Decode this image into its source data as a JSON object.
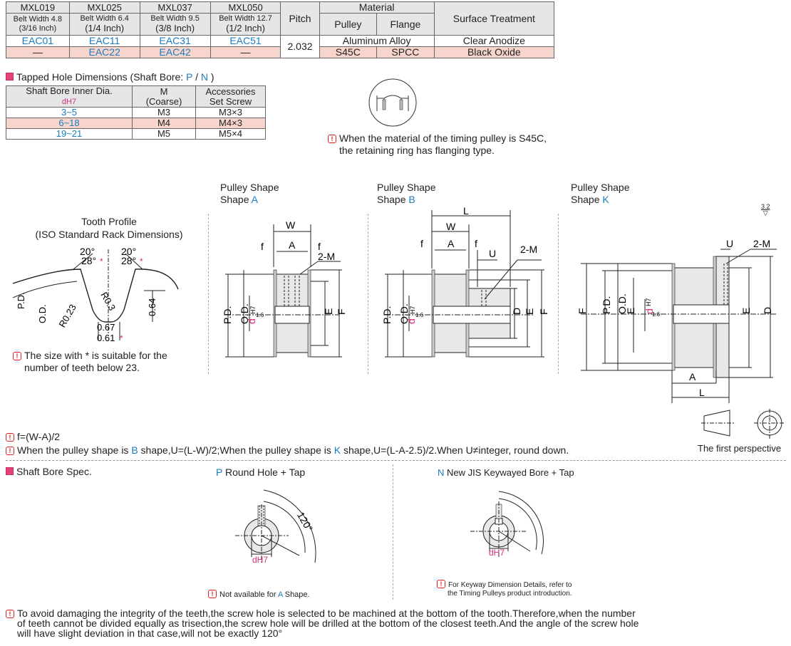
{
  "spec_table": {
    "headers": [
      "MXL019",
      "MXL025",
      "MXL037",
      "MXL050"
    ],
    "belt_widths": [
      "Belt Width 4.8",
      "Belt Width 6.4",
      "Belt Width 9.5",
      "Belt Width 12.7"
    ],
    "belt_inches": [
      "(3/16 Inch)",
      "(1/4 Inch)",
      "(3/8 Inch)",
      "(1/2 Inch)"
    ],
    "pitch_label": "Pitch",
    "material_label": "Material",
    "pulley_label": "Pulley",
    "flange_label": "Flange",
    "surface_label": "Surface Treatment",
    "row1": [
      "EAC01",
      "EAC11",
      "EAC31",
      "EAC51"
    ],
    "row2": [
      "—",
      "EAC22",
      "EAC42",
      "—"
    ],
    "pitch_value": "2.032",
    "row1_material": "Aluminum Alloy",
    "row1_surface": "Clear Anodize",
    "row2_pulley": "S45C",
    "row2_flange": "SPCC",
    "row2_surface": "Black Oxide"
  },
  "tapped": {
    "title_prefix": "Tapped Hole Dimensions (Shaft Bore: ",
    "P": "P",
    "slash": " / ",
    "N": "N",
    "title_suffix": " )",
    "h1": "Shaft Bore Inner Dia.",
    "h1b": "dH7",
    "h2": "M",
    "h2b": "(Coarse)",
    "h3": "Accessories",
    "h3b": "Set Screw",
    "rows": [
      [
        "3~5",
        "M3",
        "M3×3"
      ],
      [
        "6~18",
        "M4",
        "M4×3"
      ],
      [
        "19~21",
        "M5",
        "M5×4"
      ]
    ]
  },
  "ring_note_1": "When the material of the timing pulley is S45C,",
  "ring_note_2": "the retaining ring has flanging type.",
  "tooth": {
    "title1": "Tooth Profile",
    "title2": "(ISO Standard Rack Dimensions)",
    "a1": "20°",
    "a2": "28°",
    "a3": "20°",
    "a4": "28°",
    "pd": "P.D.",
    "od": "O.D.",
    "r023": "R0.23",
    "r03": "R0.3",
    "d064": "0.64",
    "d067": "0.67",
    "d061": "0.61",
    "note1": "The size with * is suitable for the",
    "note2": "number of teeth below 23."
  },
  "shapeA": {
    "l1": "Pulley Shape",
    "l2": "Shape ",
    "letter": "A"
  },
  "shapeB": {
    "l1": "Pulley Shape",
    "l2": "Shape ",
    "letter": "B"
  },
  "shapeK": {
    "l1": "Pulley Shape",
    "l2": "Shape ",
    "letter": "K"
  },
  "roughness": "3.2",
  "formula_f": "f=(W-A)/2",
  "formula_u_1": "When the pulley shape is ",
  "formula_u_B": "B",
  "formula_u_2": " shape,U=(L-W)/2;When the pulley shape is ",
  "formula_u_K": "K",
  "formula_u_3": " shape,U=(L-A-2.5)/2.When U≠integer, round down.",
  "first_perspective": "The first perspective",
  "shaft_bore_title": "Shaft Bore Spec.",
  "p_round_P": "P",
  "p_round_text": " Round Hole + Tap",
  "n_key_N": "N",
  "n_key_text": " New JIS Keywayed Bore + Tap",
  "angle120": "120°",
  "dh7": "dH7",
  "not_available_1": "Not available for ",
  "not_available_A": "A",
  "not_available_2": " Shape.",
  "keyway_note_1": "For Keyway Dimension Details, refer to",
  "keyway_note_2": "the Timing Pulleys product introduction.",
  "bottom_note_1": "To avoid damaging the integrity of the teeth,the screw hole is selected to be machined at the bottom of the tooth.Therefore,when the number",
  "bottom_note_2": "of teeth cannot be divided equally as trisection,the screw hole will be drilled at the bottom of the closest teeth.And the angle of the screw hole",
  "bottom_note_3": "will have slight deviation in that case,will not be exactly 120°",
  "dim": {
    "W": "W",
    "A": "A",
    "f": "f",
    "L": "L",
    "U": "U",
    "M2": "2-M",
    "E": "E",
    "F": "F",
    "D": "D",
    "PD": "P.D.",
    "OD": "O.D.",
    "d": "d",
    "H7": "H7",
    "r16": "1.6"
  }
}
